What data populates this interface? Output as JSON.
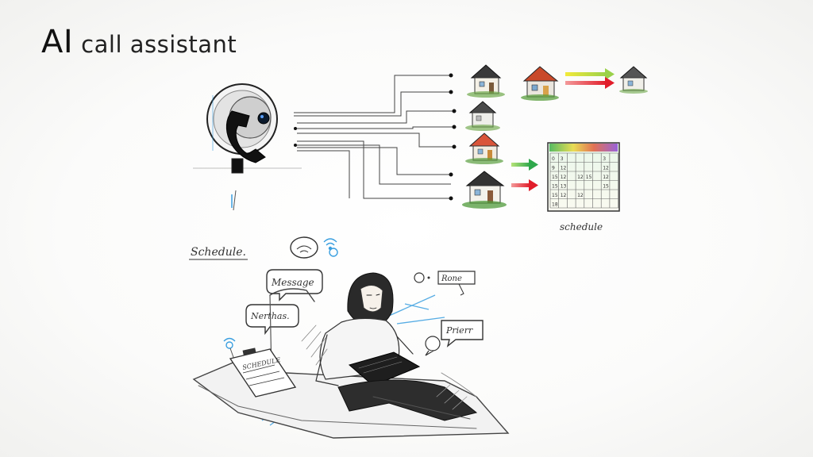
{
  "title": {
    "main": "AI",
    "rest": "call assistant"
  },
  "labels": {
    "schedule_top": "schedule",
    "schedule_left": "Schedule.",
    "bubble_message": "Message",
    "bubble_left": "Nerthas.",
    "bubble_right_top": "Rone",
    "bubble_right": "Prierr",
    "clipboard": "SCHEDULE"
  },
  "calendar": {
    "cells": [
      "0",
      "3",
      "",
      "",
      "",
      "",
      "3",
      "",
      "9",
      "12",
      "",
      "",
      "",
      "",
      "12",
      "",
      "15",
      "12",
      "",
      "12",
      "15",
      "",
      "12",
      "",
      "15",
      "13",
      "",
      "",
      "",
      "",
      "15",
      "",
      "15",
      "12",
      "",
      "12",
      "",
      "",
      "",
      "",
      "18",
      "",
      "",
      "",
      "",
      "",
      "",
      ""
    ]
  },
  "colors": {
    "ink": "#2a2a2a",
    "accent_blue": "#3a9fe0",
    "arrow_green": "#5bc04a",
    "arrow_red": "#e8322e",
    "arrow_yellow": "#e8e030"
  },
  "icons": [
    "phone-robot-icon",
    "house-icon",
    "calendar-icon",
    "chat-bubble-icon",
    "wifi-icon",
    "arrow-icon"
  ]
}
